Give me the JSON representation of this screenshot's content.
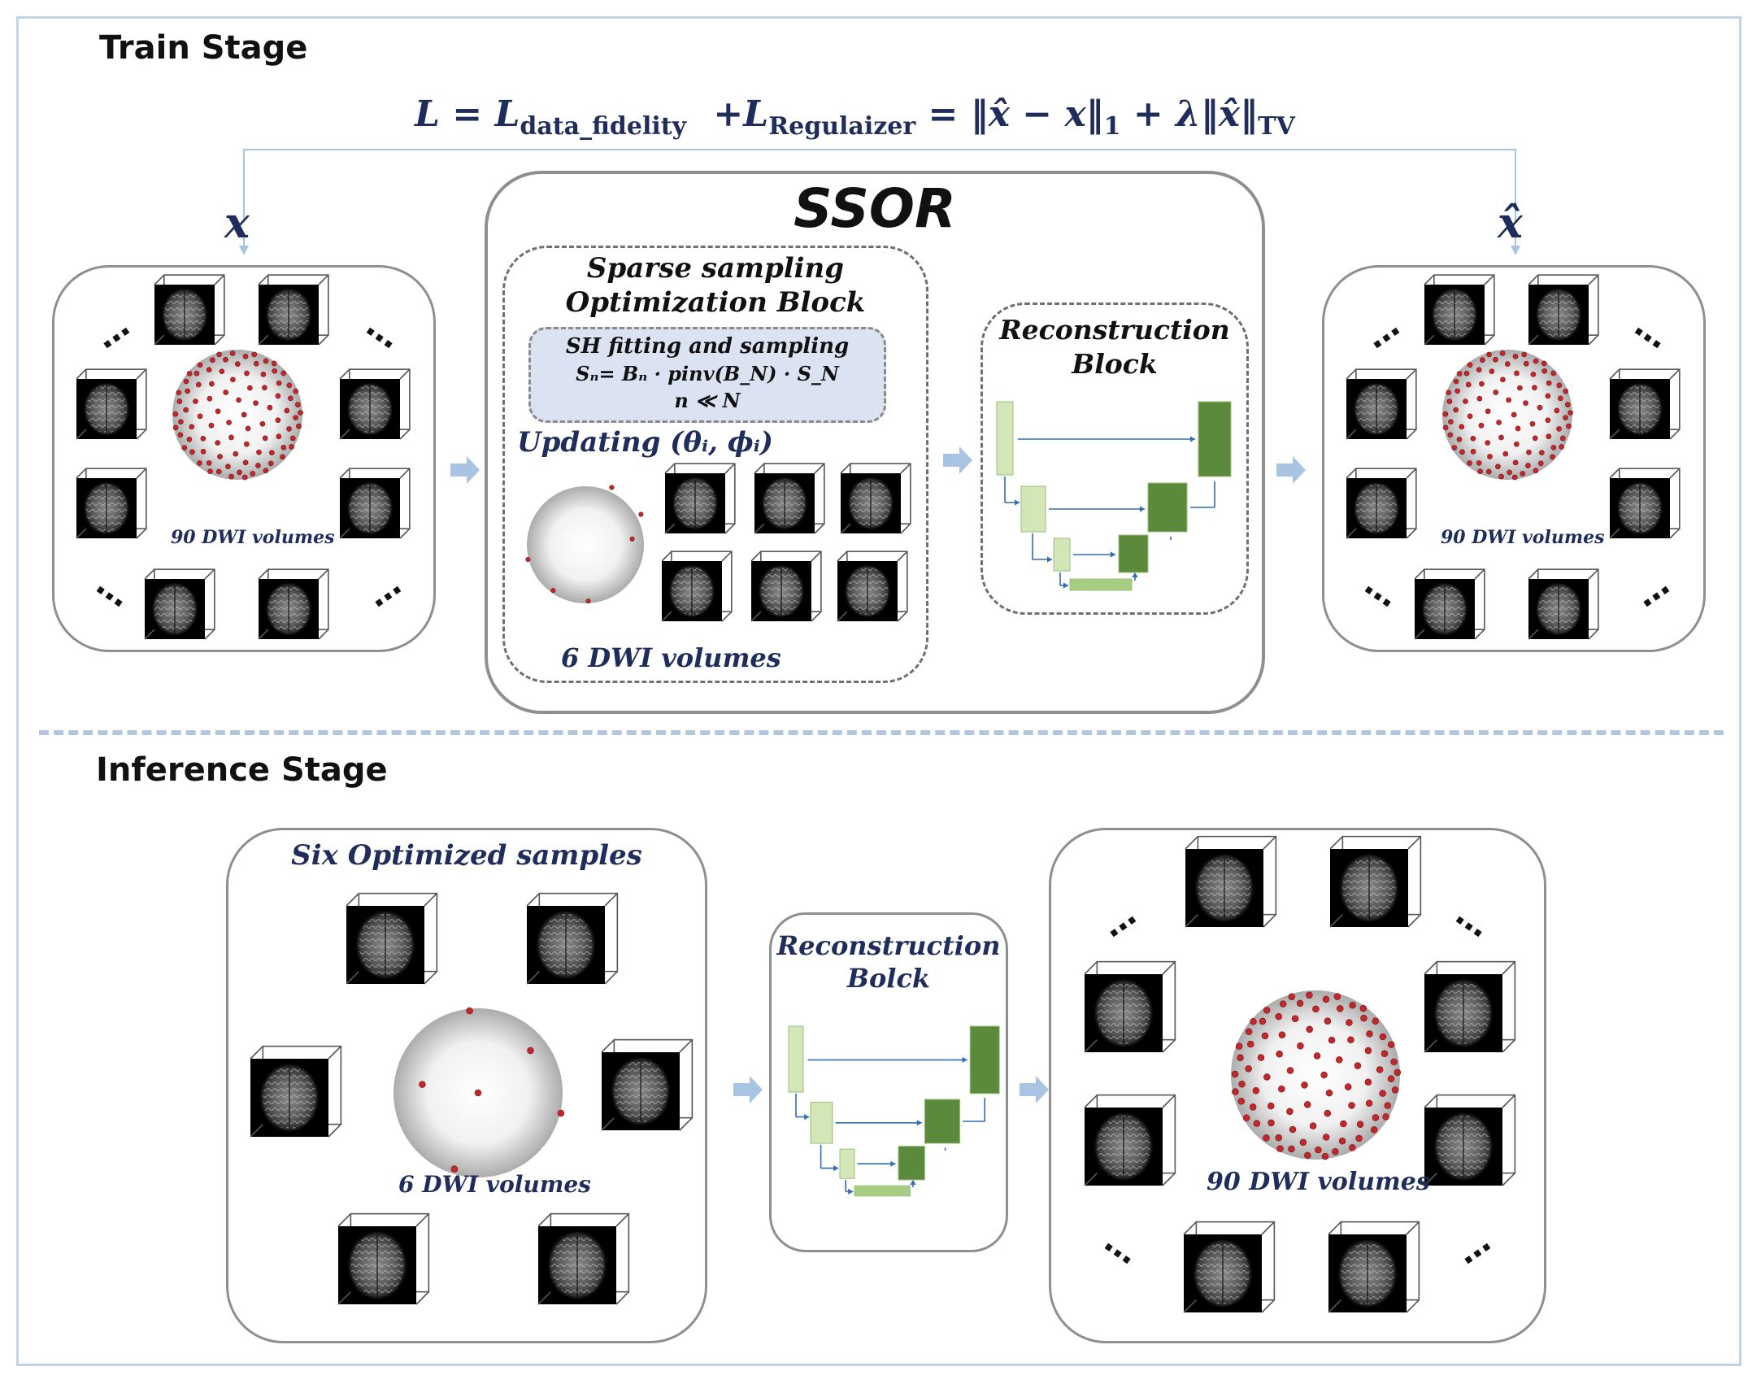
{
  "train_stage": {
    "title": "Train Stage",
    "loss_formula": {
      "text": "L = L_data_fidelity + L_Regulaizer = ‖x̂ − x‖₁ + λ‖x̂‖_TV",
      "lhs": "L =",
      "t1": "L",
      "t1_sub": "data_fidelity",
      "plus1": "+",
      "t2": "L",
      "t2_sub": "Regulaizer",
      "eq": "=",
      "norm1": "‖x̂ − x‖",
      "norm1_sub": "1",
      "plus2": "+ λ‖x̂‖",
      "norm2_sub": "TV"
    },
    "input_symbol": "x",
    "output_symbol": "x̂",
    "input_volumes_label": "90 DWI  volumes",
    "output_volumes_label": "90 DWI  volumes",
    "ssor": {
      "title": "SSOR",
      "sampling_block": {
        "title_line1": "Sparse sampling",
        "title_line2": "Optimization Block",
        "sh_line1": "SH fitting and sampling",
        "sh_line2": "Sₙ=  Bₙ · pinv(B_N) · S_N",
        "sh_line3": "n ≪ N",
        "updating": "Updating (θᵢ, ϕᵢ)",
        "volumes_label": "6 DWI  volumes"
      },
      "reconstruction_block": {
        "title_line1": "Reconstruction",
        "title_line2": "Block"
      }
    }
  },
  "inference_stage": {
    "title": "Inference Stage",
    "input_box_title": "Six Optimized samples",
    "input_volumes_label": "6 DWI  volumes",
    "reconstruction_block": {
      "title_line1": "Reconstruction",
      "title_line2": "Bolck"
    },
    "output_volumes_label": "90 DWI  volumes"
  },
  "colors": {
    "frame_border": "#c5d3e8",
    "dark_navy_text": "#1f2d5c",
    "arrow_blue": "#a9c3e3",
    "sample_point_red": "#c0282b",
    "unet_light": "#d3e6b8",
    "unet_mid": "#a7cd82",
    "unet_dark": "#5b8a3c",
    "sh_box_fill": "#dbe2f2"
  },
  "icons": [
    "brain-volume-icon",
    "sphere-icon",
    "unet-icon",
    "flow-arrow-icon",
    "ellipsis-icon"
  ]
}
